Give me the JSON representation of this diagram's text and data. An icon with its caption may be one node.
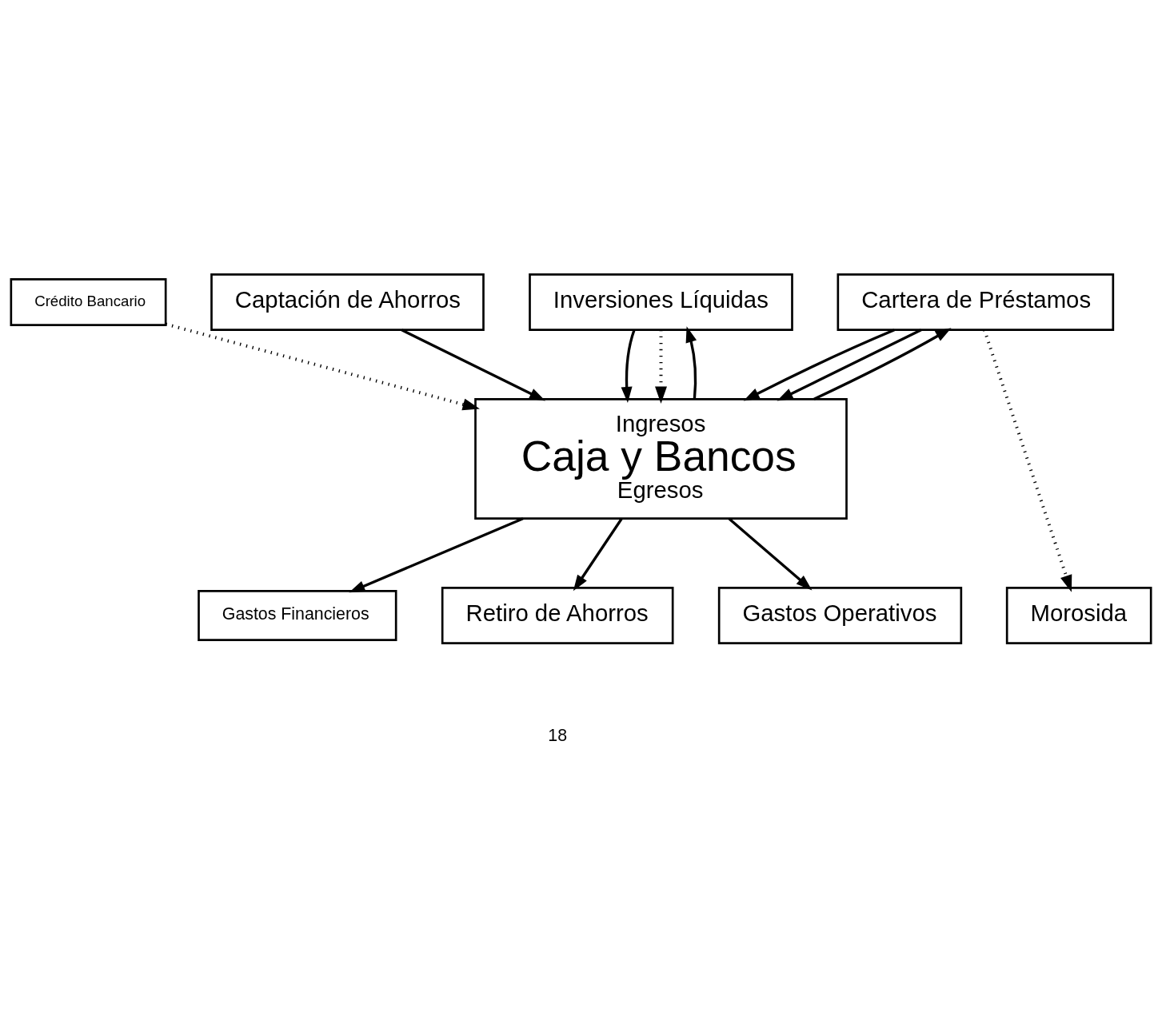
{
  "diagram": {
    "nodes": [
      {
        "text": [
          "Crédito Bancario"
        ]
      },
      {
        "text": [
          "Captación de Ahorros"
        ]
      },
      {
        "text": [
          "Cartera de Préstamos"
        ]
      },
      {
        "text": [
          "Inversiones Líquidas"
        ]
      },
      {
        "text": [
          "Ingresos",
          "Caja y Bancos",
          "Egresos"
        ]
      },
      {
        "text": [
          "Gastos Financieros"
        ]
      },
      {
        "text": [
          "Retiro de Ahorros"
        ]
      },
      {
        "text": [
          "Gastos Operativos"
        ]
      },
      {
        "text": [
          "Morosida"
        ]
      }
    ],
    "edges": [
      {
        "from": 0,
        "to": 4,
        "arrow": "to",
        "style": "dashed"
      },
      {
        "from": 1,
        "to": 4,
        "arrow": "to"
      },
      {
        "from": 2,
        "to": 4,
        "arrow": "to"
      },
      {
        "from": 2,
        "to": 4,
        "arrow": "to"
      },
      {
        "from": 2,
        "to": 8,
        "arrow": "to",
        "style": "dashed"
      },
      {
        "from": 3,
        "to": 4,
        "arrow": "to"
      },
      {
        "from": 3,
        "to": 4,
        "arrow": "to",
        "style": "dashed"
      },
      {
        "from": 4,
        "to": 3,
        "arrow": "to"
      },
      {
        "from": 4,
        "to": 5,
        "arrow": "to"
      },
      {
        "from": 4,
        "to": 6,
        "arrow": "to"
      },
      {
        "from": 4,
        "to": 7,
        "arrow": "to"
      },
      {
        "from": 4,
        "to": 2,
        "arrow": "to"
      }
    ],
    "labels": [
      "18"
    ]
  }
}
